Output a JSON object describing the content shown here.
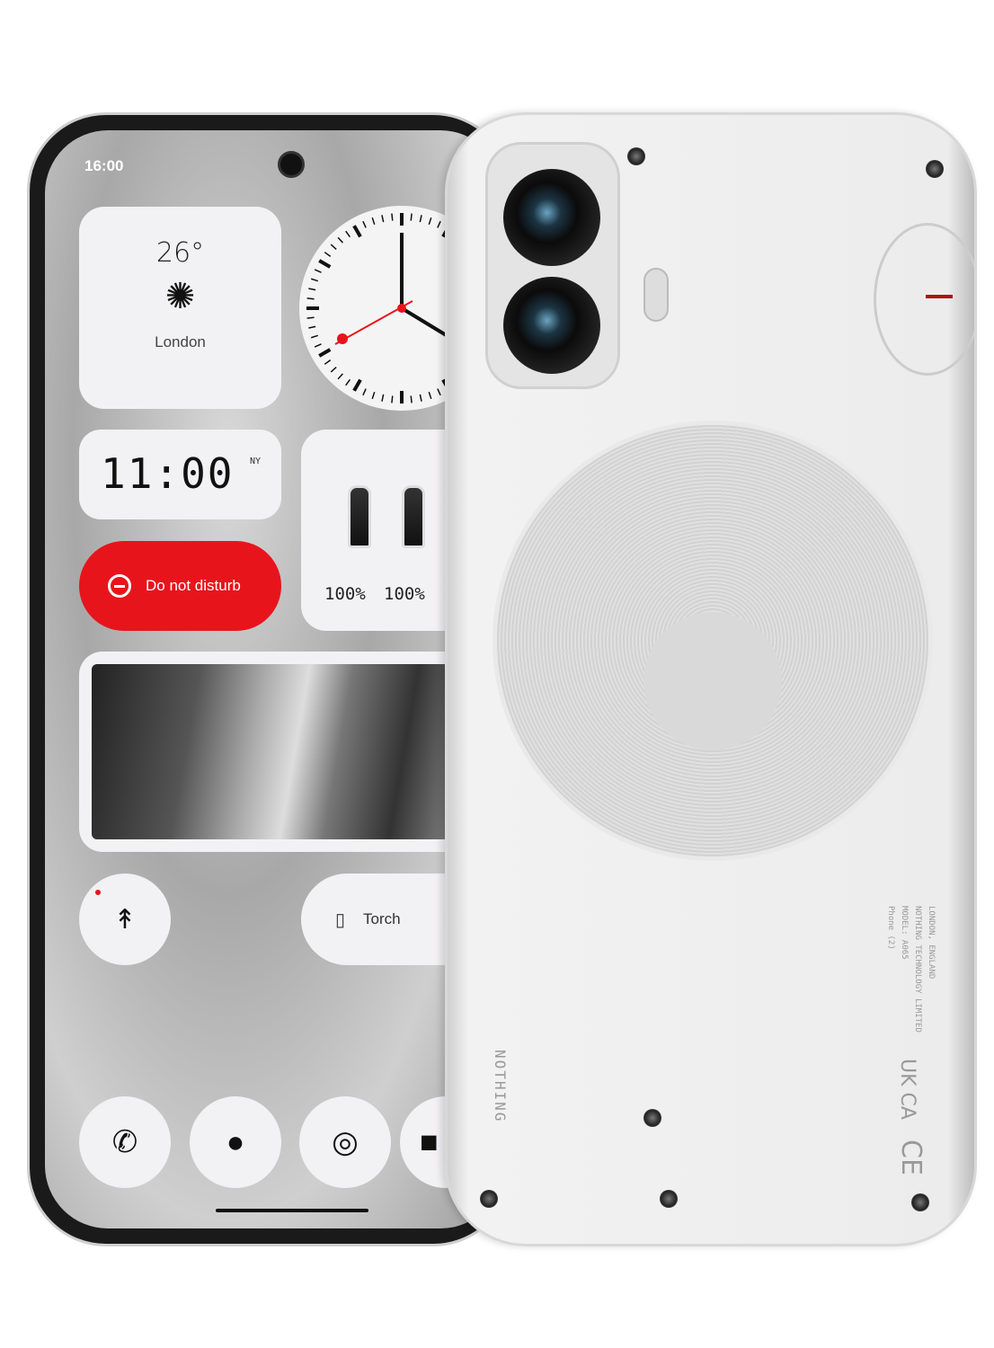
{
  "front_screen": {
    "status_time": "16:00",
    "weather": {
      "temperature": "26°",
      "city": "London",
      "icon": "sun-dot-matrix-icon"
    },
    "world_clock": {
      "time": "11:00",
      "zone": "NY"
    },
    "earbuds": {
      "left_battery": "100%",
      "right_battery": "100%"
    },
    "dnd_label": "Do not disturb",
    "torch_label": "Torch",
    "dock": [
      "phone-icon",
      "messages-icon",
      "chrome-icon",
      "camera-icon"
    ]
  },
  "back": {
    "brand_text": "NOTHING",
    "regulatory_text": [
      "Phone (2)",
      "MODEL: A065",
      "NOTHING TECHNOLOGY LIMITED",
      "LONDON, ENGLAND"
    ],
    "marks": [
      "UK CA",
      "CE"
    ]
  },
  "colors": {
    "accent": "#e8141c"
  }
}
